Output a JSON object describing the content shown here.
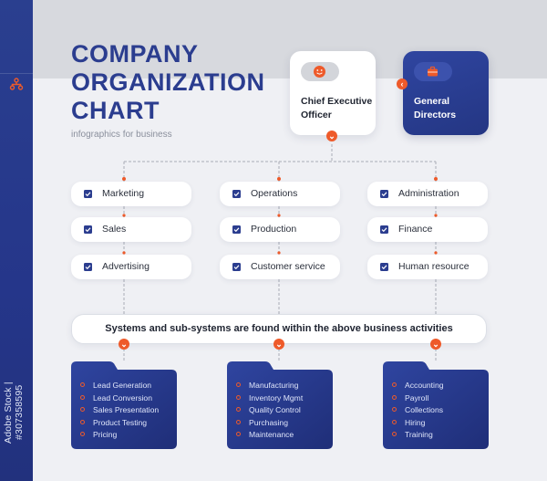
{
  "sidebar": {
    "id_text": "Adobe Stock | #307358595",
    "icon": "org-chart-icon"
  },
  "header": {
    "title": "COMPANY ORGANIZATION CHART",
    "subtitle": "infographics for business"
  },
  "top_nodes": {
    "ceo": {
      "label": "Chief Executive Officer",
      "icon": "smiley-icon"
    },
    "general_directors": {
      "label": "General Directors",
      "icon": "briefcase-icon"
    }
  },
  "departments": [
    [
      "Marketing",
      "Sales",
      "Advertising"
    ],
    [
      "Operations",
      "Production",
      "Customer service"
    ],
    [
      "Administration",
      "Finance",
      "Human resource"
    ]
  ],
  "banner": {
    "text": "Systems and sub-systems are found within the above business activities"
  },
  "subsystems": [
    [
      "Lead Generation",
      "Lead Conversion",
      "Sales Presentation",
      "Product Testing",
      "Pricing"
    ],
    [
      "Manufacturing",
      "Inventory Mgmt",
      "Quality Control",
      "Purchasing",
      "Maintenance"
    ],
    [
      "Accounting",
      "Payroll",
      "Collections",
      "Hiring",
      "Training"
    ]
  ],
  "colors": {
    "brand_blue": "#2b3d8f",
    "accent_orange": "#ee5a2a",
    "card_white": "#ffffff",
    "background": "#eff0f4"
  }
}
